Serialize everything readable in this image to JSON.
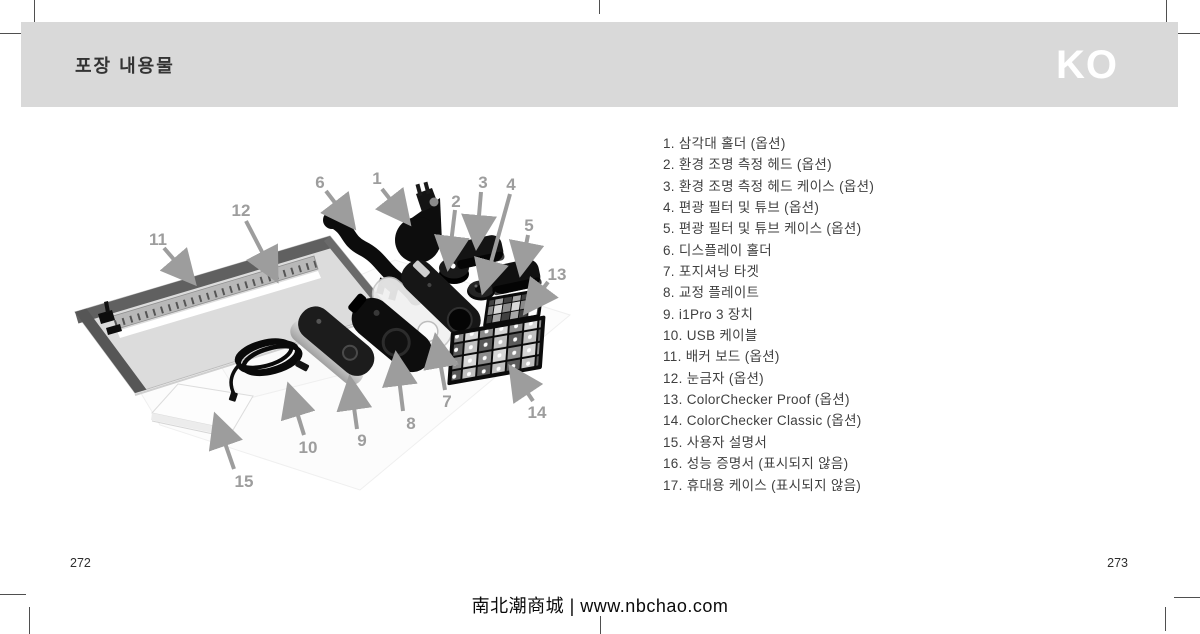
{
  "page": {
    "header": {
      "title": "포장 내용물",
      "lang_code": "KO"
    },
    "items": [
      "1. 삼각대 홀더 (옵션)",
      "2. 환경 조명 측정 헤드 (옵션)",
      "3. 환경 조명 측정 헤드 케이스 (옵션)",
      "4. 편광 필터 및 튜브 (옵션)",
      "5. 편광 필터 및 튜브 케이스 (옵션)",
      "6. 디스플레이 홀더",
      "7. 포지셔닝 타겟",
      "8. 교정 플레이트",
      "9. i1Pro 3 장치",
      "10. USB 케이블",
      "11. 배커 보드 (옵션)",
      "12. 눈금자 (옵션)",
      "13. ColorChecker Proof (옵션)",
      "14. ColorChecker Classic (옵션)",
      "15. 사용자 설명서",
      "16. 성능 증명서 (표시되지 않음)",
      "17. 휴대용 케이스 (표시되지 않음)"
    ],
    "illustration": {
      "callouts": [
        "1",
        "2",
        "3",
        "4",
        "5",
        "6",
        "7",
        "8",
        "9",
        "10",
        "11",
        "12",
        "13",
        "14",
        "15"
      ]
    },
    "footer": {
      "page_left": "272",
      "page_right": "273",
      "watermark": "南北潮商城 | www.nbchao.com"
    },
    "colors": {
      "header_band": "#d9d9d9",
      "callout_grey": "#9d9d9d",
      "body_text": "#3f3f3f"
    }
  }
}
